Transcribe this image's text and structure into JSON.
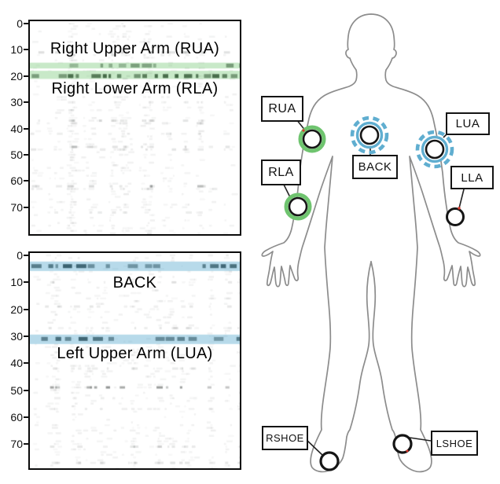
{
  "plots": [
    {
      "id": "arms",
      "yticks": [
        0,
        10,
        20,
        30,
        40,
        50,
        60,
        70
      ],
      "y_max": 80,
      "annotations": [
        {
          "text": "Right Upper Arm (RUA)"
        },
        {
          "text": "Right Lower Arm (RLA)"
        }
      ],
      "highlight_color": "#6fc46f",
      "band_alpha": 0.38,
      "highlight_bands": [
        {
          "from": 14.9,
          "to": 17.1
        },
        {
          "from": 18.0,
          "to": 21.1
        }
      ],
      "dense_rows": [
        {
          "y": 16,
          "density": 0.5,
          "dark": 0.55
        },
        {
          "y": 20,
          "density": 0.82,
          "dark": 0.95
        }
      ],
      "medium_rows": [
        {
          "y": 11,
          "density": 0.3,
          "dark": 0.16
        },
        {
          "y": 12,
          "density": 0.2,
          "dark": 0.1
        },
        {
          "y": 30,
          "density": 0.15,
          "dark": 0.1
        },
        {
          "y": 37,
          "density": 0.35,
          "dark": 0.16
        },
        {
          "y": 38,
          "density": 0.22,
          "dark": 0.11
        },
        {
          "y": 42,
          "density": 0.2,
          "dark": 0.12
        },
        {
          "y": 47,
          "density": 0.3,
          "dark": 0.15
        },
        {
          "y": 48,
          "density": 0.25,
          "dark": 0.12
        },
        {
          "y": 62,
          "density": 0.42,
          "dark": 0.2
        },
        {
          "y": 63,
          "density": 0.28,
          "dark": 0.12
        },
        {
          "y": 72,
          "density": 0.2,
          "dark": 0.1
        }
      ],
      "seed": 1337
    },
    {
      "id": "back-lua",
      "yticks": [
        0,
        10,
        20,
        30,
        40,
        50,
        60,
        70
      ],
      "y_max": 79,
      "annotations": [
        {
          "text": "BACK"
        },
        {
          "text": "Left Upper Arm (LUA)"
        }
      ],
      "highlight_color": "#60aed0",
      "band_alpha": 0.45,
      "highlight_bands": [
        {
          "from": 2.3,
          "to": 5.8
        },
        {
          "from": 29.4,
          "to": 32.9
        }
      ],
      "dense_rows": [
        {
          "y": 4,
          "density": 0.72,
          "dark": 0.95
        },
        {
          "y": 31,
          "density": 0.72,
          "dark": 0.95
        }
      ],
      "medium_rows": [
        {
          "y": 10,
          "density": 0.12,
          "dark": 0.15
        },
        {
          "y": 19,
          "density": 0.2,
          "dark": 0.12
        },
        {
          "y": 27,
          "density": 0.22,
          "dark": 0.12
        },
        {
          "y": 42,
          "density": 0.25,
          "dark": 0.12
        },
        {
          "y": 49,
          "density": 0.32,
          "dark": 0.5
        },
        {
          "y": 53,
          "density": 0.18,
          "dark": 0.1
        },
        {
          "y": 57,
          "density": 0.18,
          "dark": 0.1
        },
        {
          "y": 71,
          "density": 0.25,
          "dark": 0.12
        },
        {
          "y": 77,
          "density": 0.3,
          "dark": 0.15
        }
      ],
      "seed": 4242
    }
  ],
  "body_map": {
    "sensors": [
      {
        "key": "rua",
        "label": "RUA",
        "marker": "green-ring"
      },
      {
        "key": "rla",
        "label": "RLA",
        "marker": "green-ring"
      },
      {
        "key": "back",
        "label": "BACK",
        "marker": "blue-dashed-ring"
      },
      {
        "key": "lua",
        "label": "LUA",
        "marker": "blue-dashed-ring"
      },
      {
        "key": "lla",
        "label": "LLA",
        "marker": "plain"
      },
      {
        "key": "rshoe",
        "label": "RSHOE",
        "marker": "plain"
      },
      {
        "key": "lshoe",
        "label": "LSHOE",
        "marker": "plain"
      }
    ],
    "colors": {
      "marker_green": "#6fc46f",
      "marker_blue": "#60aed0",
      "outline": "#8c8c8c",
      "marker_inner_stroke": "#151515",
      "leader_red_tip": "#dd3a2e"
    }
  }
}
